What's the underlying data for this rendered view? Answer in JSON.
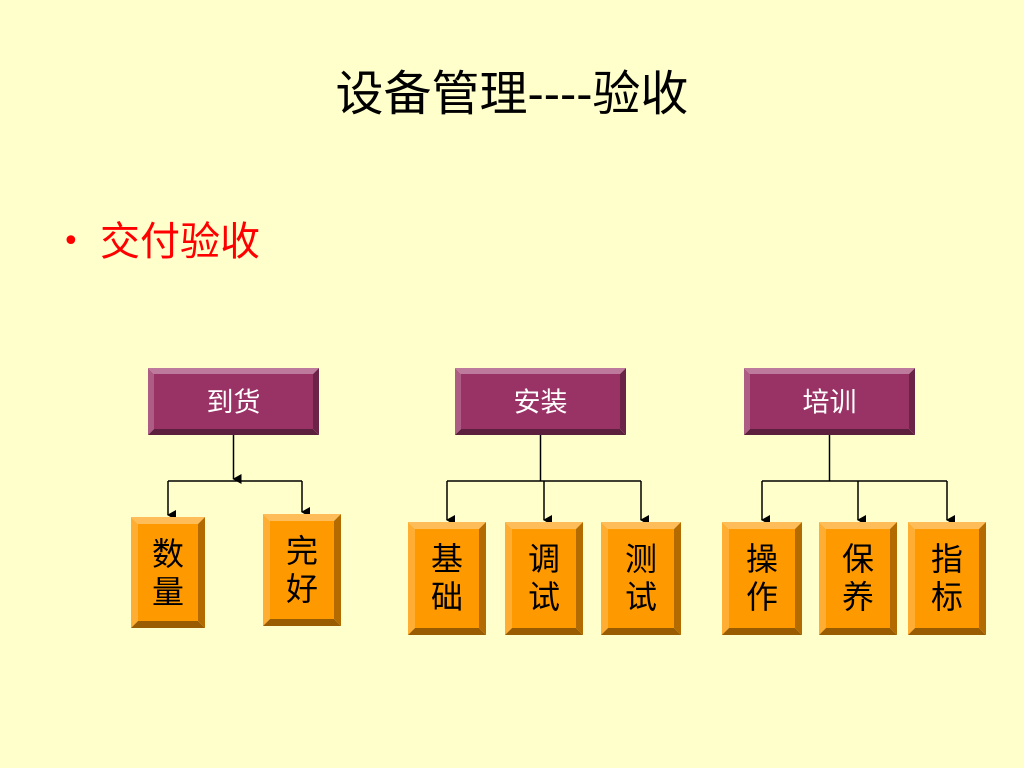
{
  "slide": {
    "title": "设备管理----验收",
    "bullet": {
      "symbol": "•",
      "text": "交付验收",
      "color": "#ff0000"
    }
  },
  "diagram": {
    "groups": [
      {
        "parent": "到货",
        "children": [
          [
            "数",
            "量"
          ],
          [
            "完",
            "好"
          ]
        ]
      },
      {
        "parent": "安装",
        "children": [
          [
            "基",
            "础"
          ],
          [
            "调",
            "试"
          ],
          [
            "测",
            "试"
          ]
        ]
      },
      {
        "parent": "培训",
        "children": [
          [
            "操",
            "作"
          ],
          [
            "保",
            "养"
          ],
          [
            "指",
            "标"
          ]
        ]
      }
    ],
    "colors": {
      "background": "#ffffcc",
      "parent_fill": "#993366",
      "child_fill": "#ff9900",
      "connector": "#000000"
    }
  }
}
